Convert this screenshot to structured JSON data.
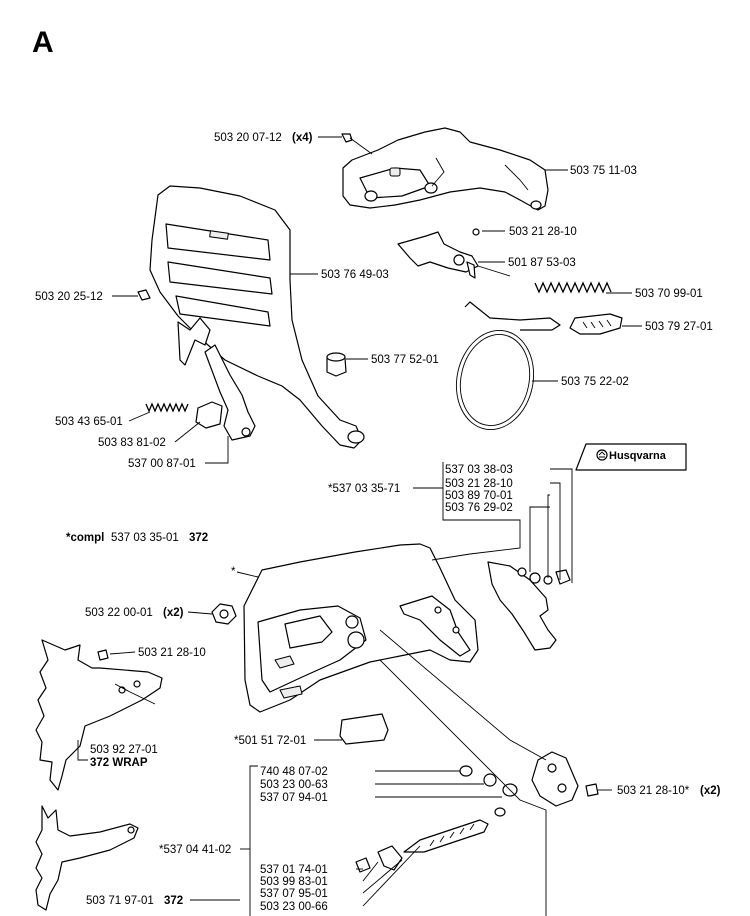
{
  "section_letter": "A",
  "labels": {
    "p_503200712": "503 20 07-12",
    "p_503200712_qty": "(x4)",
    "p_503751103": "503 75 11-03",
    "p_503212810_a": "503 21 28-10",
    "p_501875303": "501 87 53-03",
    "p_503764903": "503 76 49-03",
    "p_503202512": "503 20 25-12",
    "p_503709901": "503 70 99-01",
    "p_503792701": "503 79 27-01",
    "p_503775201": "503 77 52-01",
    "p_503752202": "503 75 22-02",
    "p_503436501": "503 43 65-01",
    "p_503838102": "503 83 81-02",
    "p_537008701": "537 00 87-01",
    "p_537033803": "537 03 38-03",
    "p_503212810_b": "503 21 28-10",
    "p_503897001": "503 89 70-01",
    "p_503762902": "503 76 29-02",
    "p_537033571": "*537 03 35-71",
    "compl_prefix": "*compl",
    "compl_number": "537 03 35-01",
    "compl_model": "372",
    "asterisk": "*",
    "p_503220001": "503 22 00-01",
    "p_503220001_qty": "(x2)",
    "p_503212810_c": "503 21 28-10",
    "p_503922701": "503 92 27-01",
    "p_503922701_note": "372 WRAP",
    "p_501517201": "*501 51 72-01",
    "p_740480702": "740 48 07-02",
    "p_503230063": "503 23 00-63",
    "p_537079401": "537 07 94-01",
    "p_503212810_d": "503 21 28-10*",
    "p_503212810_d_qty": "(x2)",
    "p_537044102": "*537 04 41-02",
    "p_537017401": "537 01 74-01",
    "p_503998301": "503 99 83-01",
    "p_537079501": "537 07 95-01",
    "p_503230066": "503 23 00-66",
    "p_503719701": "503 71 97-01",
    "p_503719701_model": "372"
  },
  "decal": {
    "brand": "Husqvarna",
    "logo": "husqvarna-crown-logo"
  }
}
